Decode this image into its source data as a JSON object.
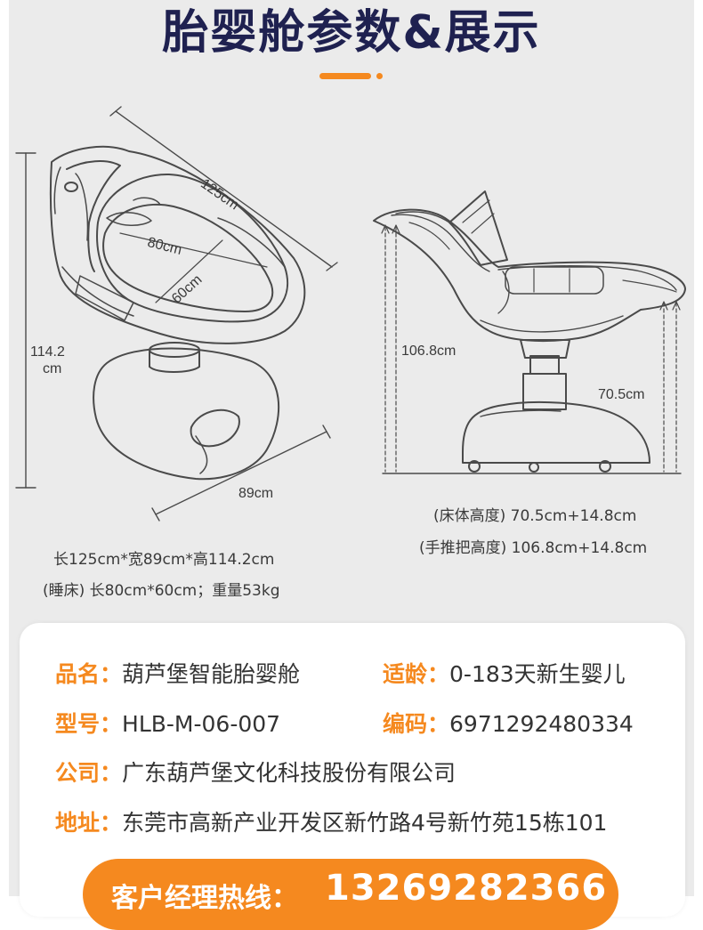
{
  "header": {
    "title": "胎婴舱参数&展示"
  },
  "left_drawing": {
    "length_label": "125cm",
    "inner_length_label": "80cm",
    "inner_width_label": "60cm",
    "height_label_1": "114.2",
    "height_label_2": "cm",
    "width_label": "89cm",
    "caption_1": "长125cm*宽89cm*高114.2cm",
    "caption_2": "(睡床) 长80cm*60cm；重量53kg"
  },
  "right_drawing": {
    "handle_height_label": "106.8cm",
    "bed_height_label": "70.5cm",
    "caption_1": "(床体高度) 70.5cm+14.8cm",
    "caption_2": "(手推把高度) 106.8cm+14.8cm"
  },
  "info": {
    "name_key": "品名：",
    "name_value": "葫芦堡智能胎婴舱",
    "age_key": "适龄：",
    "age_value": "0-183天新生婴儿",
    "model_key": "型号：",
    "model_value": "HLB-M-06-007",
    "code_key": "编码：",
    "code_value": "6971292480334",
    "company_key": "公司：",
    "company_value": "广东葫芦堡文化科技股份有限公司",
    "address_key": "地址：",
    "address_value": "东莞市高新产业开发区新竹路4号新竹苑15栋101"
  },
  "hotline": {
    "label": "客户经理热线：",
    "number": "13269282366"
  },
  "colors": {
    "accent": "#f5891f",
    "title": "#1f2150",
    "panel": "#ebebeb",
    "line": "#4a4a4a"
  }
}
